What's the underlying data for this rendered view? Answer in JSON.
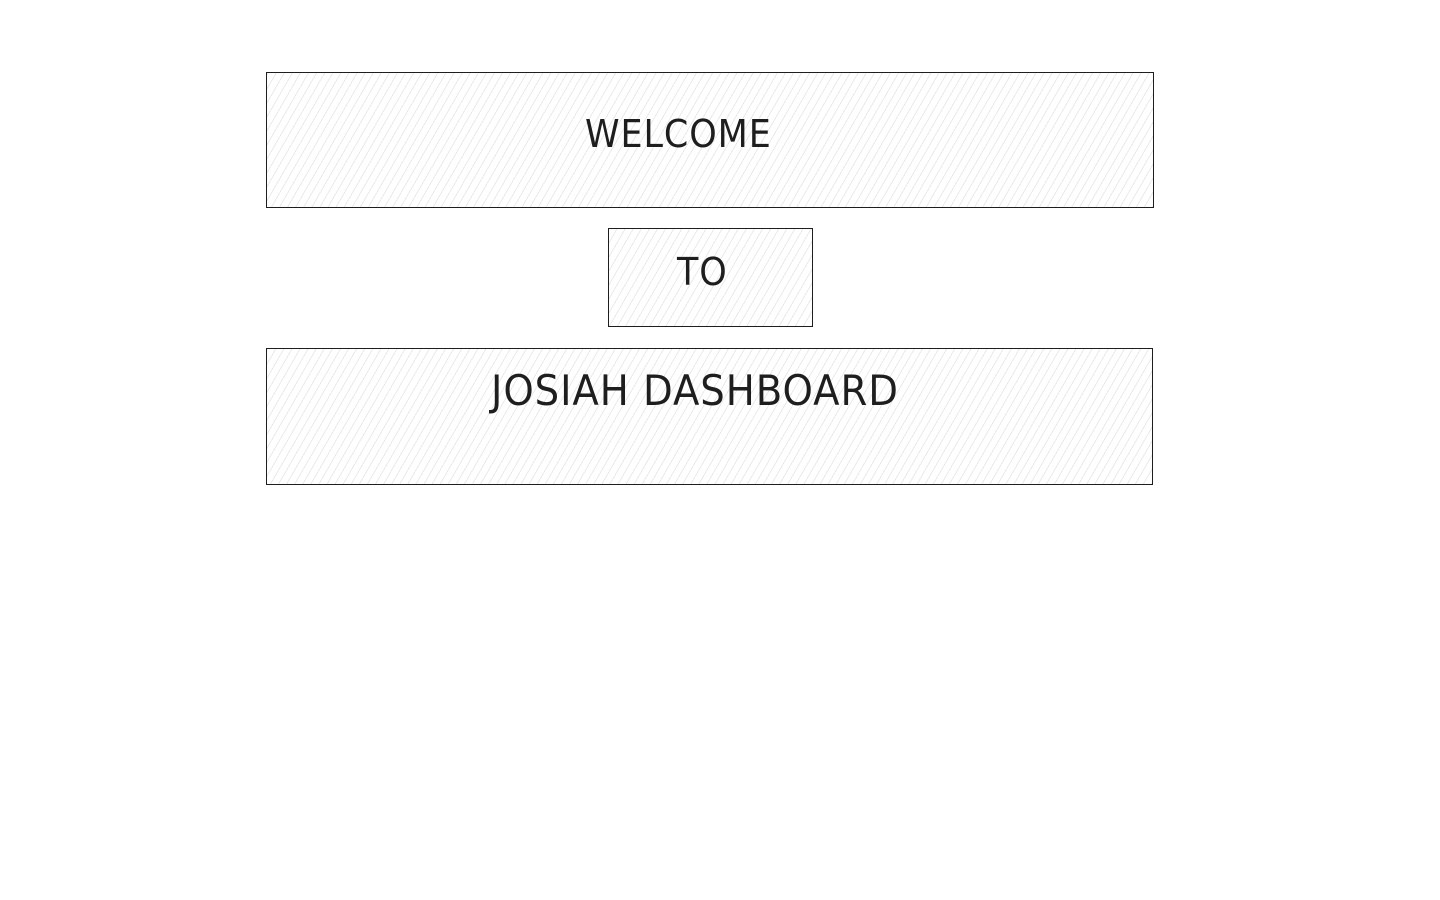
{
  "sketch": {
    "welcome_text": "WELCOME",
    "to_text": "TO",
    "dashboard_text": "JOSIAH DASHBOARD"
  },
  "colors": {
    "stroke": "#1e1e1e",
    "hatch": "#cfcfcf",
    "background": "#ffffff"
  }
}
